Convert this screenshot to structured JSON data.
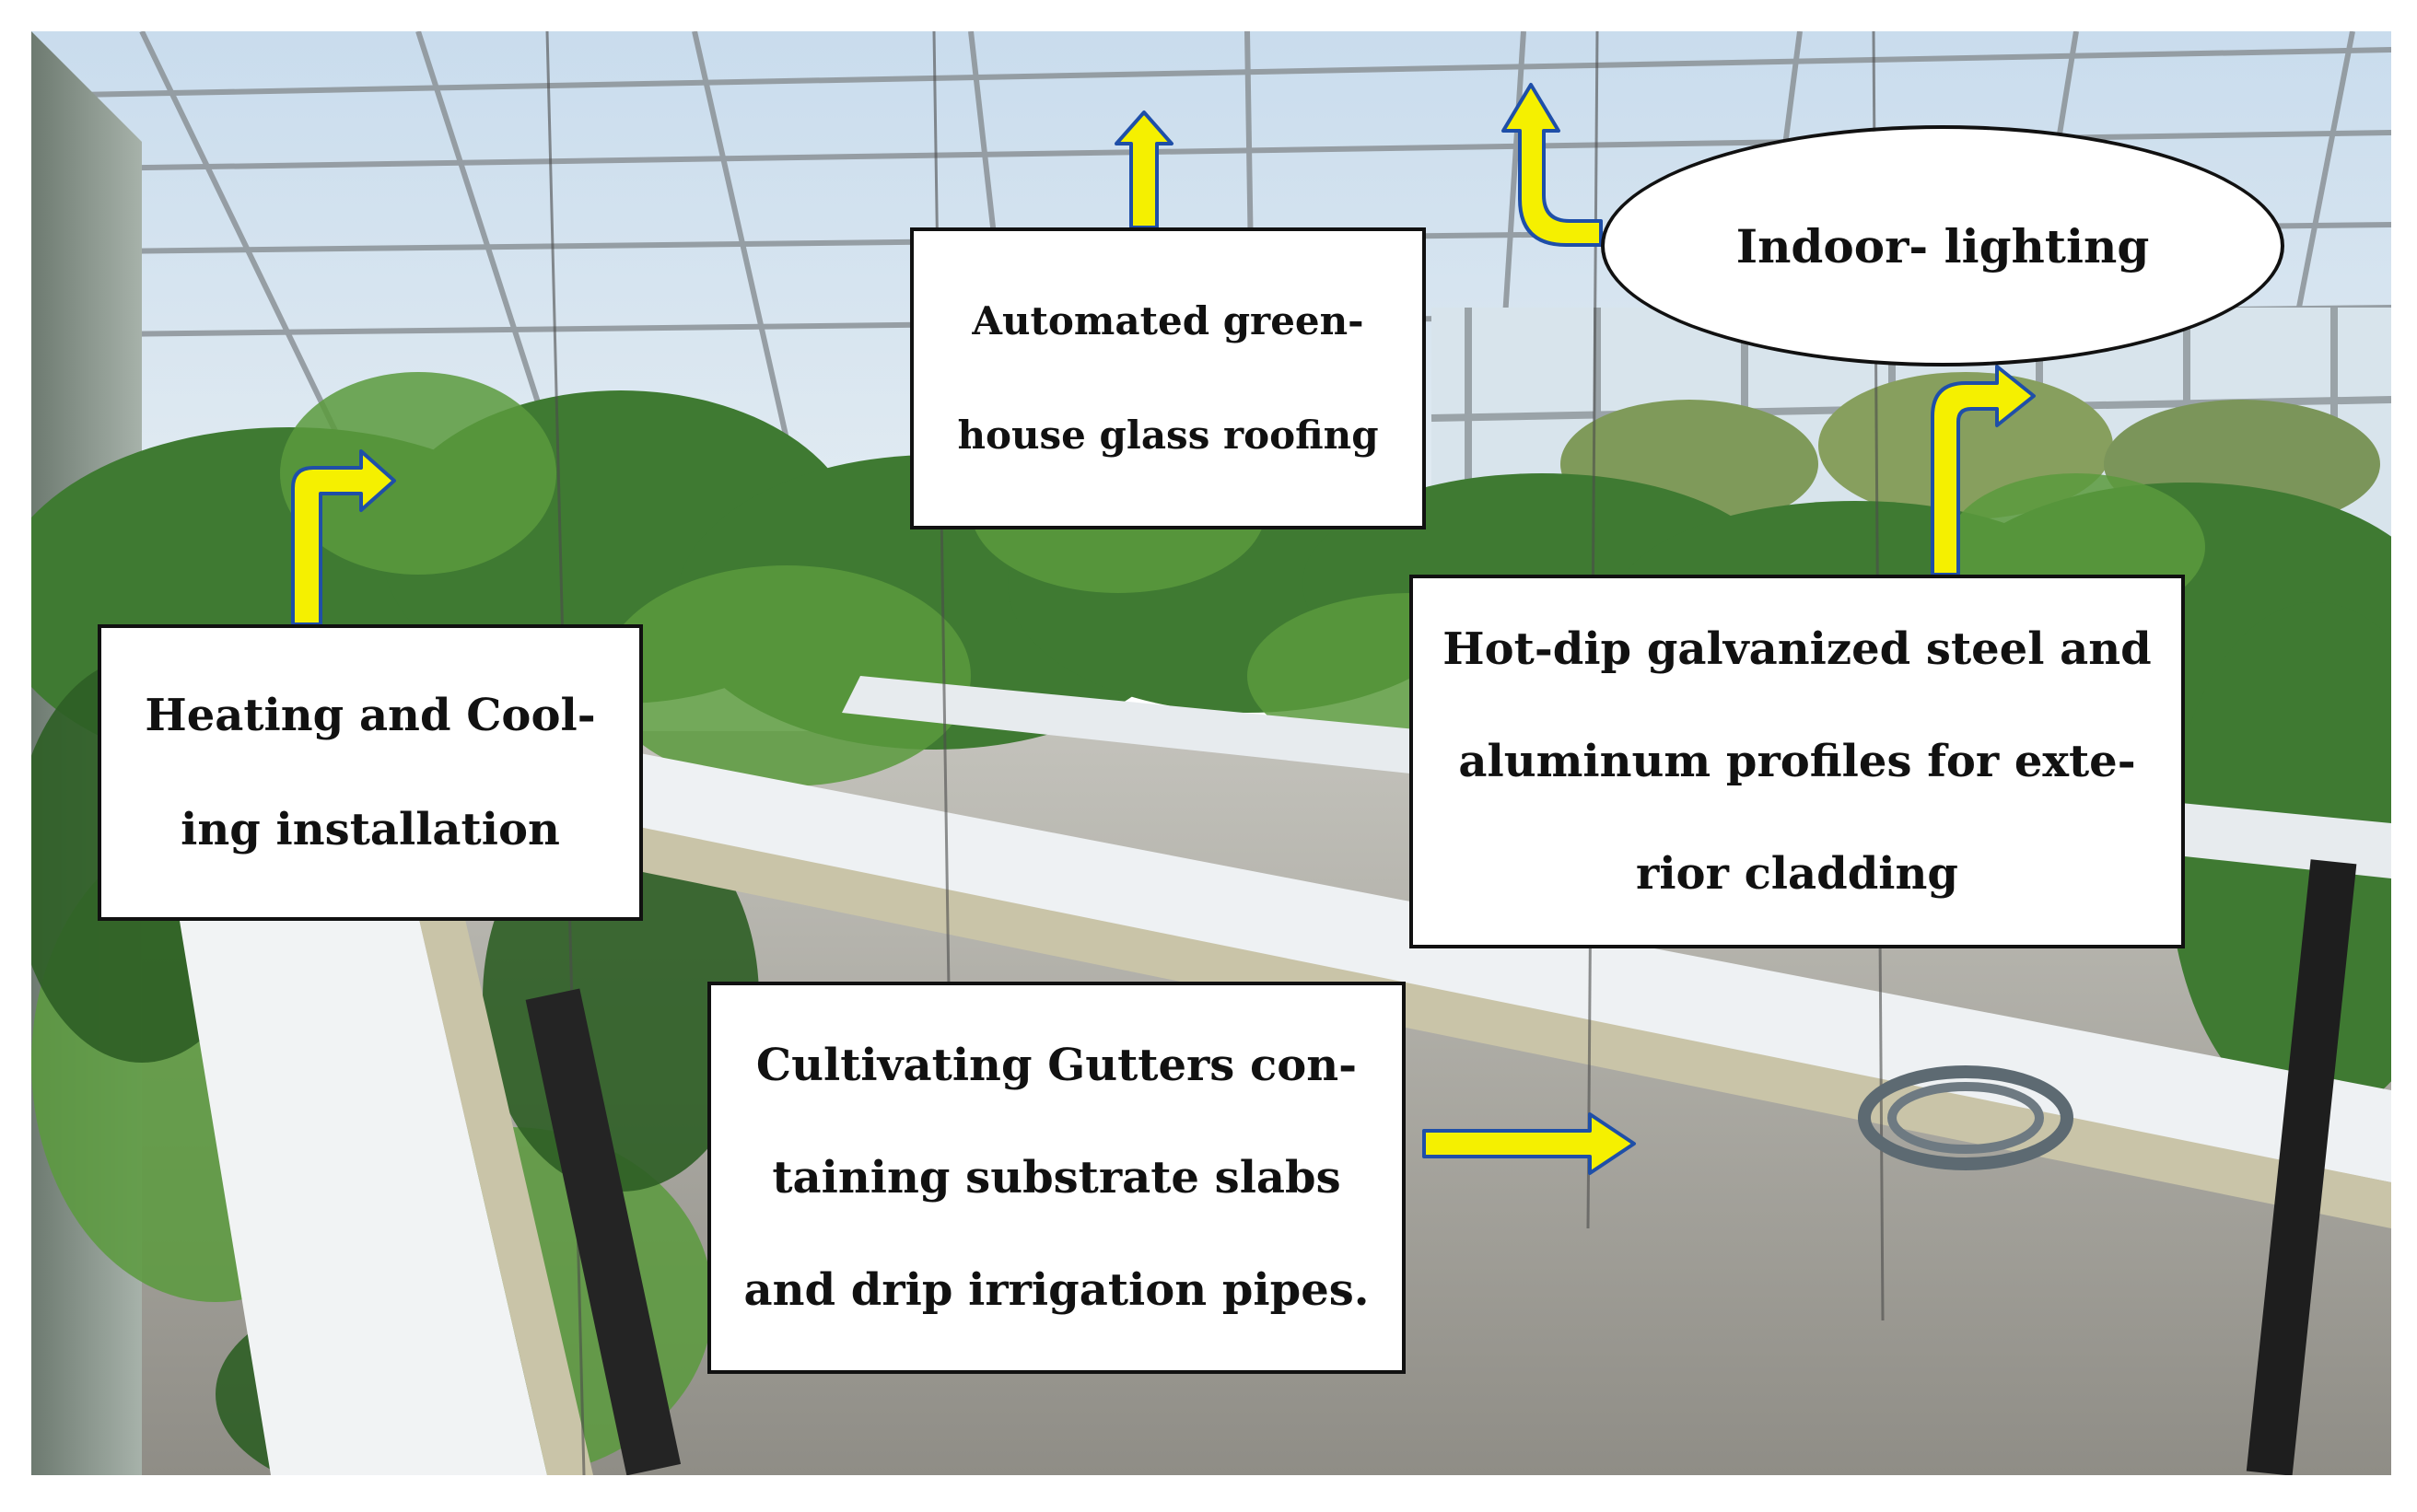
{
  "labels": {
    "heating": "Heating and Cool-\ning installation",
    "roof": "Automated green-\nhouse glass roofing",
    "lighting": "Indoor- lighting",
    "steel": "Hot-dip galvanized steel and\naluminum profiles for exte-\nrior cladding",
    "gutters": "Cultivating Gutters con-\ntaining substrate slabs\nand drip irrigation pipes."
  },
  "colors": {
    "arrow_fill": "#f5f000",
    "arrow_outline": "#1f4fa8",
    "box_border": "#111111",
    "foliage": "#3f7a32",
    "sky": "#b8d2e6",
    "gutter_white": "#eef1f3"
  }
}
